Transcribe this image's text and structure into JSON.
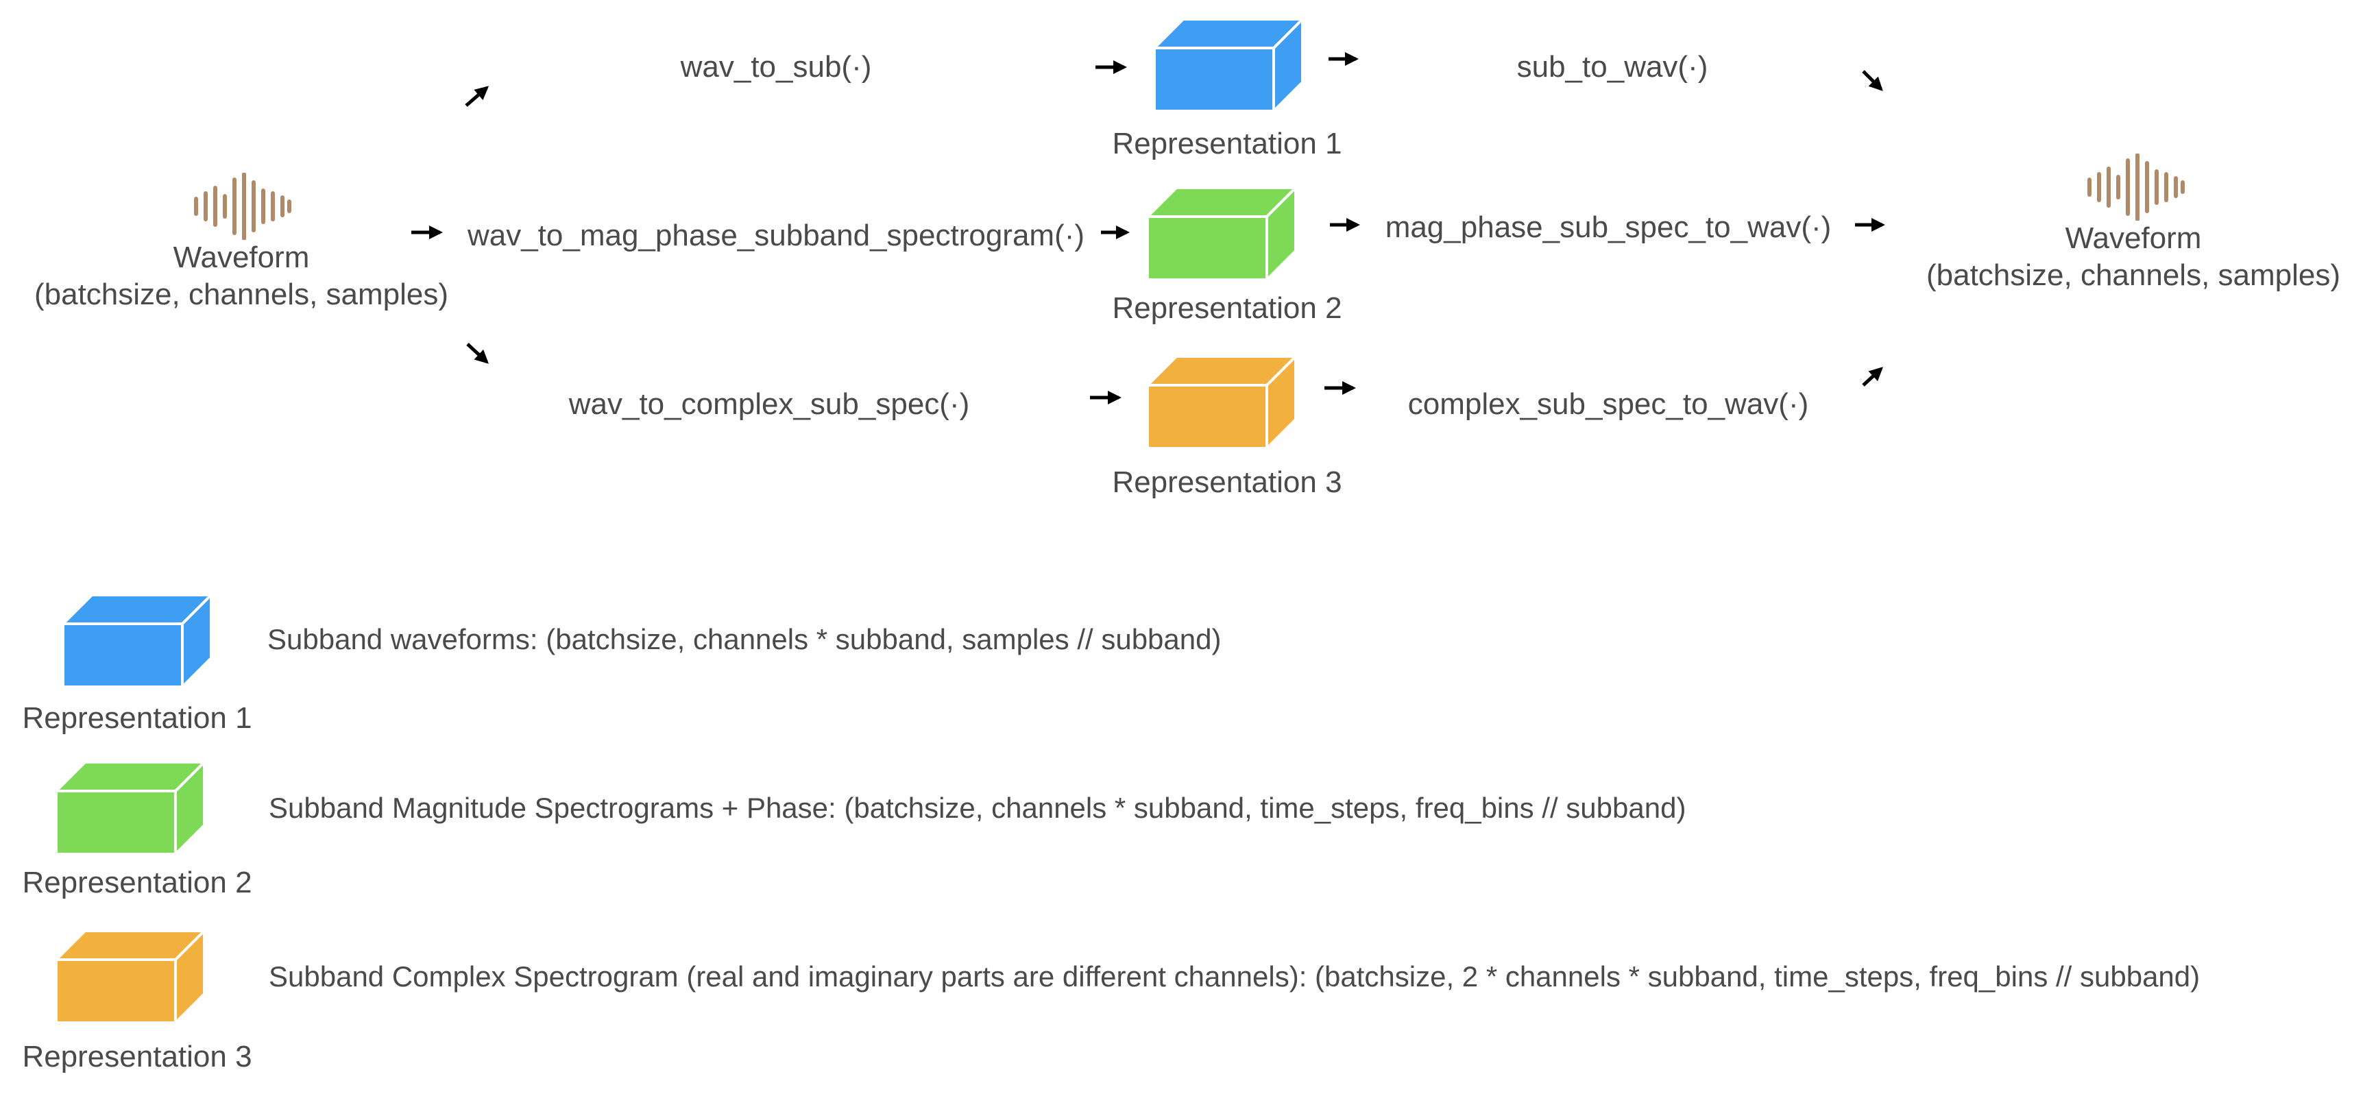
{
  "left_waveform": {
    "label": "Waveform",
    "shape": "(batchsize, channels, samples)"
  },
  "right_waveform": {
    "label": "Waveform",
    "shape": "(batchsize, channels, samples)"
  },
  "functions": {
    "wav_to_sub": "wav_to_sub(·)",
    "wav_to_mag_phase": "wav_to_mag_phase_subband_spectrogram(·)",
    "wav_to_complex": "wav_to_complex_sub_spec(·)",
    "sub_to_wav": "sub_to_wav(·)",
    "mag_phase_to_wav": "mag_phase_sub_spec_to_wav(·)",
    "complex_to_wav": "complex_sub_spec_to_wav(·)"
  },
  "representations": [
    {
      "label": "Representation 1",
      "color": "#3d9ef3"
    },
    {
      "label": "Representation 2",
      "color": "#7ed957"
    },
    {
      "label": "Representation 3",
      "color": "#f2b13e"
    }
  ],
  "legend": [
    {
      "label": "Representation 1",
      "description": "Subband waveforms:   (batchsize, channels * subband, samples // subband)"
    },
    {
      "label": "Representation 2",
      "description": "Subband Magnitude Spectrograms + Phase:   (batchsize, channels * subband, time_steps, freq_bins // subband)"
    },
    {
      "label": "Representation 3",
      "description": "Subband Complex Spectrogram (real and imaginary parts are different channels):    (batchsize, 2 * channels * subband, time_steps, freq_bins // subband)"
    }
  ],
  "colors": {
    "text": "#4a4a4a",
    "waveform_icon": "#b08a68",
    "arrow": "#000000"
  },
  "icons": [
    "waveform-icon",
    "cube-icon",
    "arrow-icon"
  ]
}
